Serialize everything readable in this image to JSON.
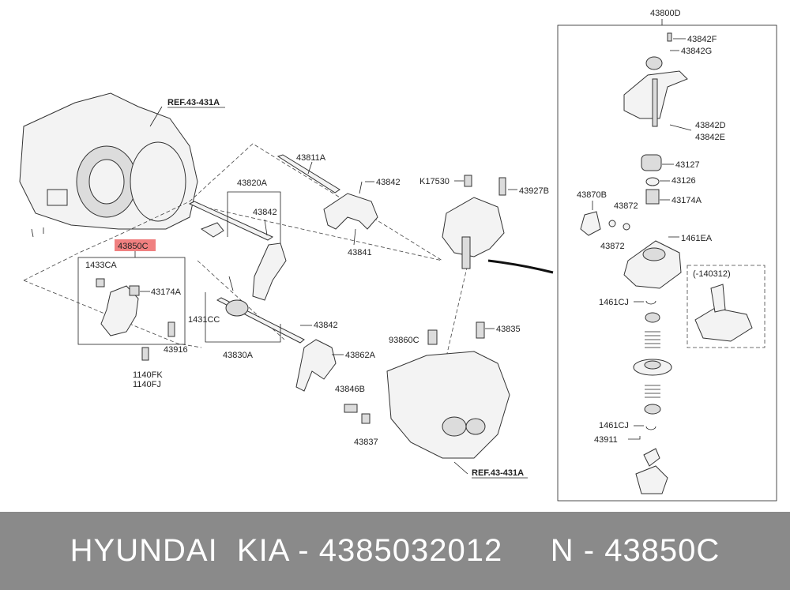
{
  "labels": {
    "l43800D": "43800D",
    "l43842F": "43842F",
    "l43842G": "43842G",
    "l43842D": "43842D",
    "l43842E": "43842E",
    "l43127": "43127",
    "l43126": "43126",
    "l43174A_r": "43174A",
    "l43870B": "43870B",
    "l43872a": "43872",
    "l43872b": "43872",
    "l1461EA": "1461EA",
    "l140312": "(-140312)",
    "l1461CJa": "1461CJ",
    "l1461CJb": "1461CJ",
    "l43911": "43911",
    "lref1": "REF.43-431A",
    "lref2": "REF.43-431A",
    "l43811A": "43811A",
    "l43842_top": "43842",
    "l43820A": "43820A",
    "l43842_mid": "43842",
    "l43841": "43841",
    "lK17530": "K17530",
    "l43927B": "43927B",
    "l43850C": "43850C",
    "l1433CA": "1433CA",
    "l43174A_l": "43174A",
    "l43916": "43916",
    "l1140FK": "1140FK",
    "l1140FJ": "1140FJ",
    "l1431CC": "1431CC",
    "l43842_low": "43842",
    "l43830A": "43830A",
    "l43862A": "43862A",
    "l93860C": "93860C",
    "l43835": "43835",
    "l43846B": "43846B",
    "l43837": "43837"
  },
  "highlight_color": "#f08080",
  "footer": {
    "text": "HYUNDAI  KIA - 4385032012     N - 43850C"
  }
}
